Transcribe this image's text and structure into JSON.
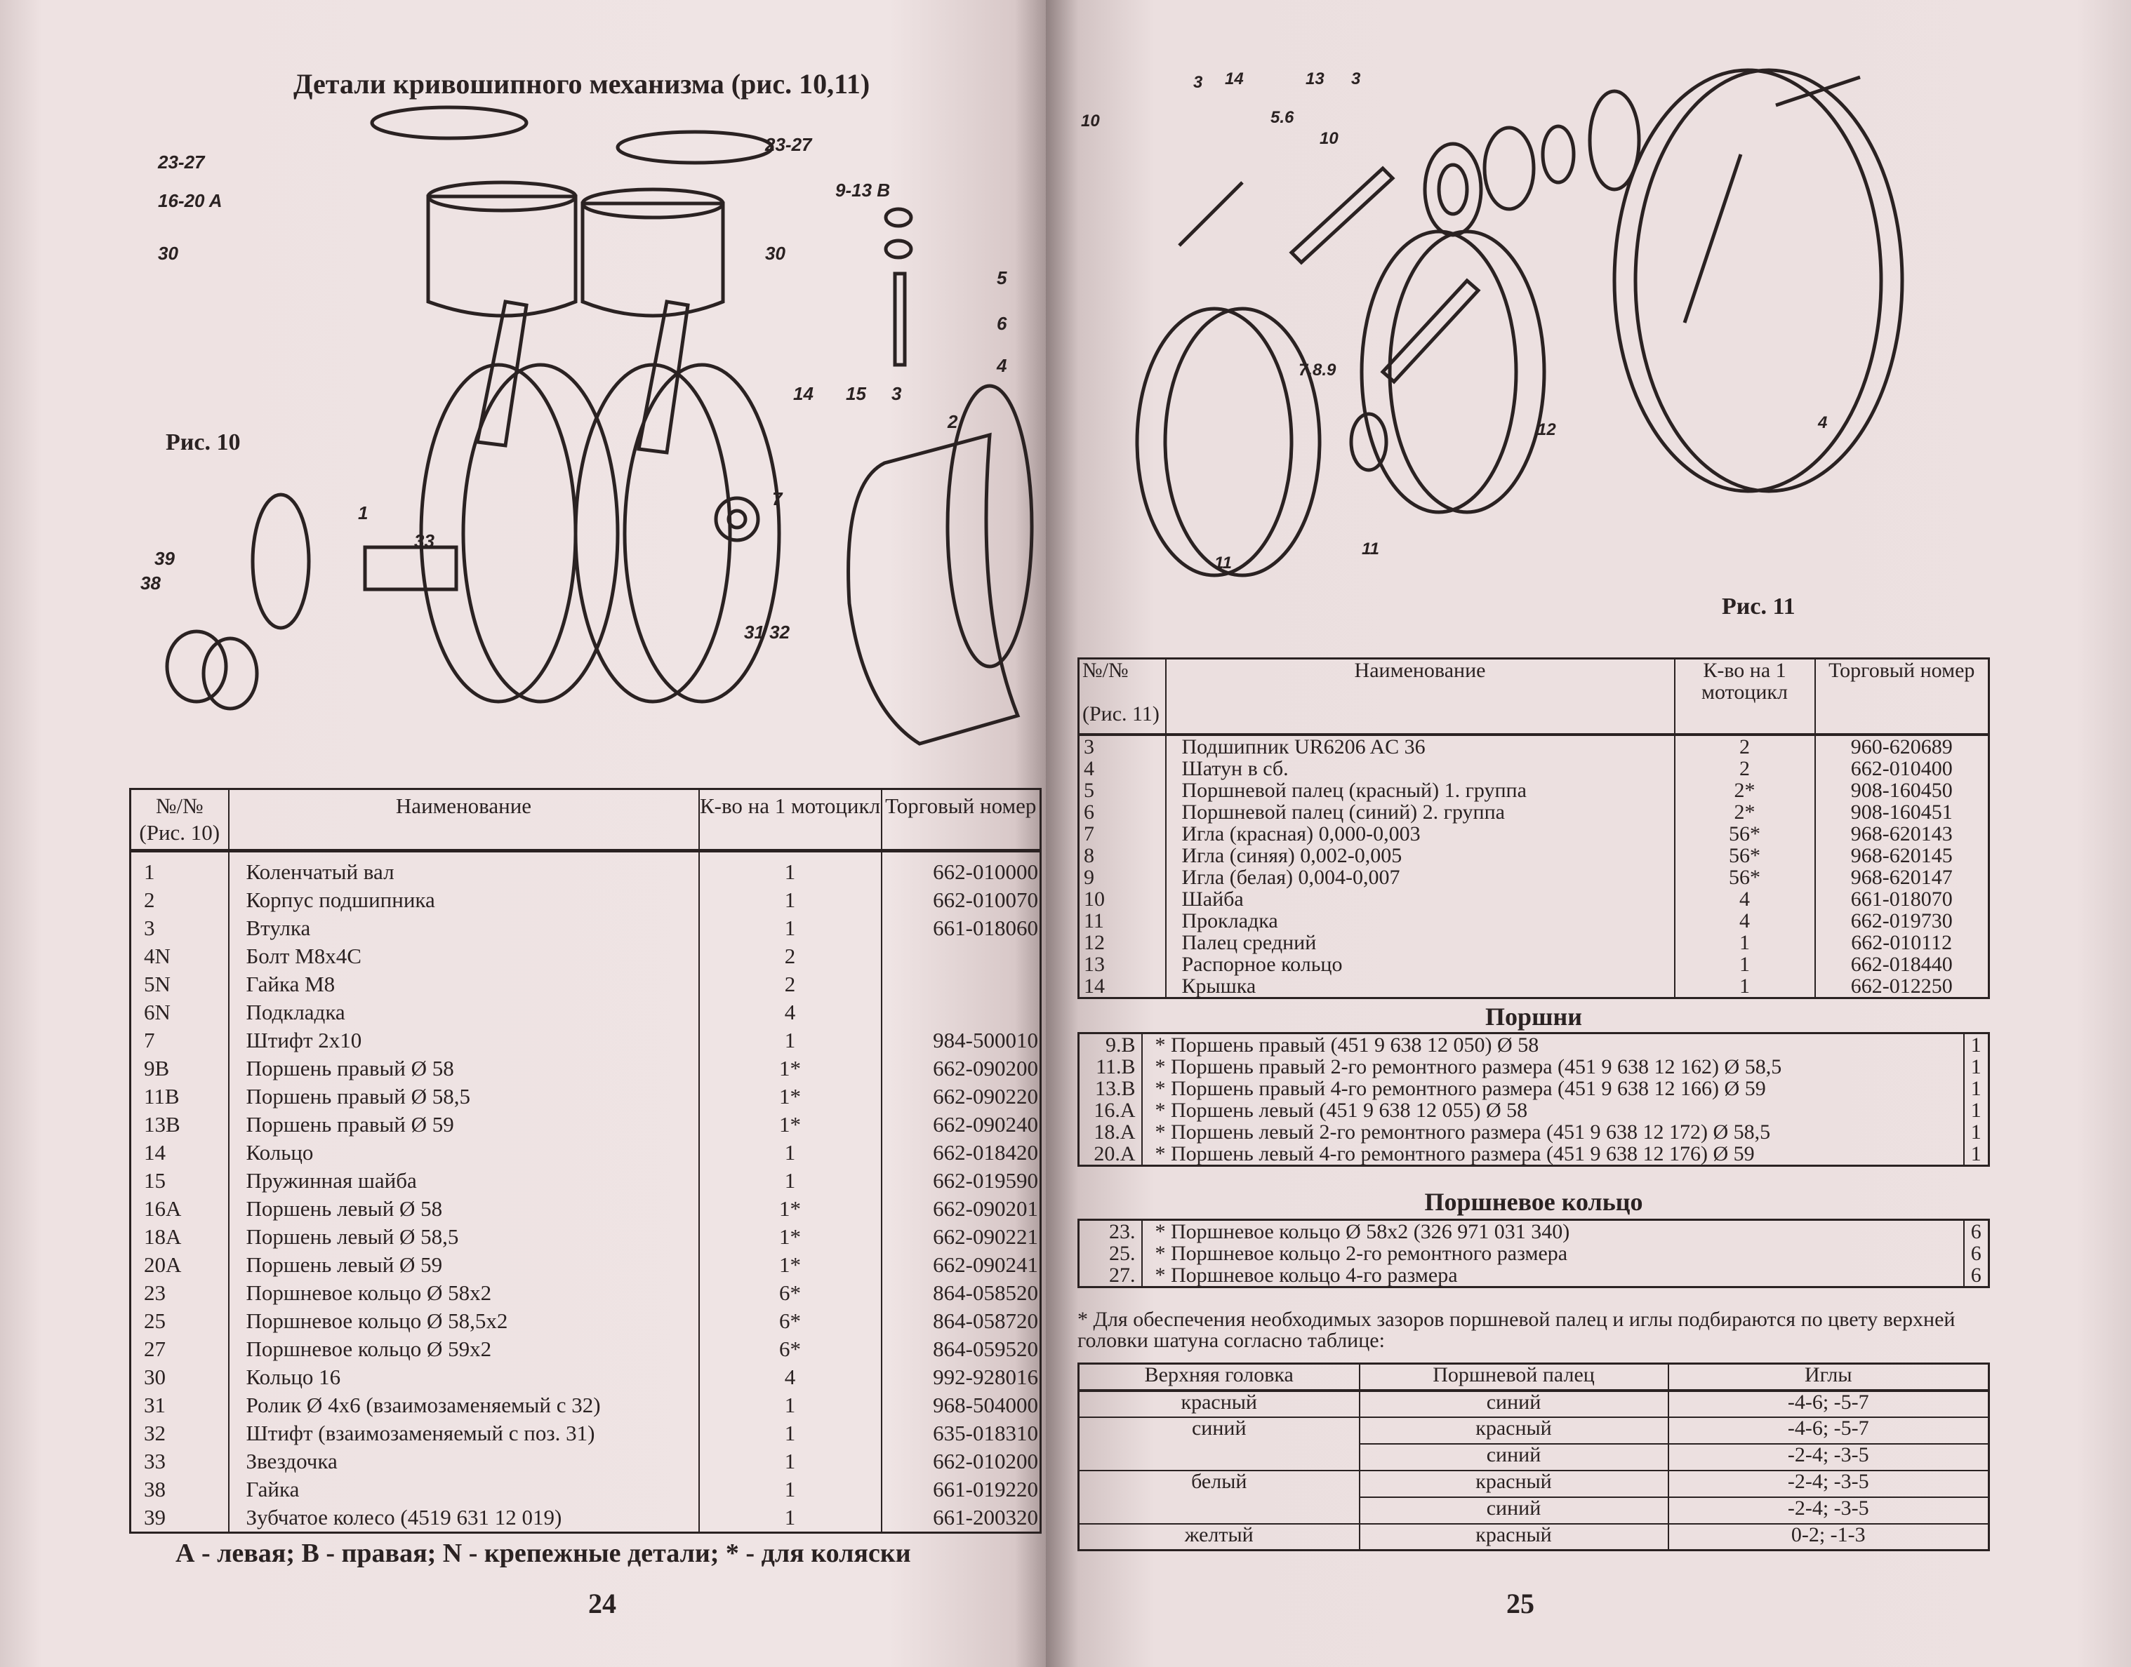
{
  "left_page": {
    "title": "Детали кривошипного механизма (рис. 10,11)",
    "figure_caption": "Рис. 10",
    "callouts": [
      "23-27",
      "16-20 A",
      "30",
      "23-27",
      "9-13 B",
      "30",
      "5",
      "6",
      "4",
      "14",
      "15",
      "3",
      "2",
      "7",
      "31 32",
      "1",
      "33",
      "39",
      "38"
    ],
    "table": {
      "headers": [
        "№/№ (Рис. 10)",
        "Наименование",
        "К-во на 1 мотоцикл",
        "Торговый номер"
      ],
      "rows": [
        [
          "1",
          "Коленчатый вал",
          "1",
          "662-010000"
        ],
        [
          "2",
          "Корпус подшипника",
          "1",
          "662-010070"
        ],
        [
          "3",
          "Втулка",
          "1",
          "661-018060"
        ],
        [
          "4N",
          "Болт M8x4C",
          "2",
          ""
        ],
        [
          "5N",
          "Гайка M8",
          "2",
          ""
        ],
        [
          "6N",
          "Подкладка",
          "4",
          ""
        ],
        [
          "7",
          "Штифт 2x10",
          "1",
          "984-500010"
        ],
        [
          "9B",
          "Поршень правый Ø 58",
          "1*",
          "662-090200"
        ],
        [
          "11B",
          "Поршень правый Ø 58,5",
          "1*",
          "662-090220"
        ],
        [
          "13B",
          "Поршень правый Ø 59",
          "1*",
          "662-090240"
        ],
        [
          "14",
          "Кольцо",
          "1",
          "662-018420"
        ],
        [
          "15",
          "Пружинная шайба",
          "1",
          "662-019590"
        ],
        [
          "16A",
          "Поршень левый Ø 58",
          "1*",
          "662-090201"
        ],
        [
          "18A",
          "Поршень левый Ø 58,5",
          "1*",
          "662-090221"
        ],
        [
          "20A",
          "Поршень левый Ø 59",
          "1*",
          "662-090241"
        ],
        [
          "23",
          "Поршневое кольцо Ø 58x2",
          "6*",
          "864-058520"
        ],
        [
          "25",
          "Поршневое кольцо Ø 58,5x2",
          "6*",
          "864-058720"
        ],
        [
          "27",
          "Поршневое кольцо Ø 59x2",
          "6*",
          "864-059520"
        ],
        [
          "30",
          "Кольцо 16",
          "4",
          "992-928016"
        ],
        [
          "31",
          "Ролик Ø 4x6 (взаимозаменяемый с 32)",
          "1",
          "968-504000"
        ],
        [
          "32",
          "Штифт (взаимозаменяемый с поз. 31)",
          "1",
          "635-018310"
        ],
        [
          "33",
          "Звездочка",
          "1",
          "662-010200"
        ],
        [
          "38",
          "Гайка",
          "1",
          "661-019220"
        ],
        [
          "39",
          "Зубчатое колесо (4519 631 12 019)",
          "1",
          "661-200320"
        ]
      ]
    },
    "legend": "А - левая;  В - правая;  N - крепежные детали; * - для коляски",
    "page_number": "24"
  },
  "right_page": {
    "figure_caption": "Рис. 11",
    "callouts": [
      "3",
      "14",
      "13",
      "3",
      "10",
      "5.6",
      "10",
      "7.8.9",
      "11",
      "11",
      "12",
      "4"
    ],
    "table": {
      "headers": [
        "№/№",
        "(Рис. 11)",
        "Наименование",
        "К-во на 1 мотоцикл",
        "Торговый номер"
      ],
      "rows": [
        [
          "3",
          "Подшипник UR6206 AC 36",
          "2",
          "960-620689"
        ],
        [
          "4",
          "Шатун в сб.",
          "2",
          "662-010400"
        ],
        [
          "5",
          "Поршневой палец (красный) 1. группа",
          "2*",
          "908-160450"
        ],
        [
          "6",
          "Поршневой палец (синий) 2. группа",
          "2*",
          "908-160451"
        ],
        [
          "7",
          "Игла (красная) 0,000-0,003",
          "56*",
          "968-620143"
        ],
        [
          "8",
          "Игла (синяя) 0,002-0,005",
          "56*",
          "968-620145"
        ],
        [
          "9",
          "Игла (белая) 0,004-0,007",
          "56*",
          "968-620147"
        ],
        [
          "10",
          "Шайба",
          "4",
          "661-018070"
        ],
        [
          "11",
          "Прокладка",
          "4",
          "662-019730"
        ],
        [
          "12",
          "Палец средний",
          "1",
          "662-010112"
        ],
        [
          "13",
          "Распорное кольцо",
          "1",
          "662-018440"
        ],
        [
          "14",
          "Крышка",
          "1",
          "662-012250"
        ]
      ]
    },
    "pistons": {
      "title": "Поршни",
      "rows": [
        [
          "9.B",
          "* Поршень правый (451 9 638 12 050) Ø 58",
          "1"
        ],
        [
          "11.B",
          "* Поршень правый 2-го ремонтного размера (451 9 638 12 162) Ø 58,5",
          "1"
        ],
        [
          "13.B",
          "* Поршень правый 4-го ремонтного размера (451 9 638 12 166) Ø 59",
          "1"
        ],
        [
          "16.A",
          "* Поршень левый (451 9 638 12 055) Ø 58",
          "1"
        ],
        [
          "18.A",
          "* Поршень левый 2-го ремонтного размера (451 9 638 12 172) Ø 58,5",
          "1"
        ],
        [
          "20.A",
          "* Поршень левый 4-го ремонтного размера (451 9 638 12 176) Ø 59",
          "1"
        ]
      ]
    },
    "rings": {
      "title": "Поршневое кольцо",
      "rows": [
        [
          "23.",
          "* Поршневое кольцо Ø 58x2 (326 971 031 340)",
          "6"
        ],
        [
          "25.",
          "* Поршневое кольцо 2-го ремонтного размера",
          "6"
        ],
        [
          "27.",
          "* Поршневое кольцо 4-го размера",
          "6"
        ]
      ]
    },
    "note": "* Для обеспечения необходимых зазоров поршневой палец и иглы подбираются по цвету верхней головки шатуна согласно таблице:",
    "color_table": {
      "headers": [
        "Верхняя головка",
        "Поршневой палец",
        "Иглы"
      ],
      "heads": [
        "красный",
        "синий",
        "белый",
        "желтый"
      ],
      "rows": [
        [
          "синий",
          "-4-6; -5-7"
        ],
        [
          "красный",
          "-4-6; -5-7"
        ],
        [
          "синий",
          "-2-4; -3-5"
        ],
        [
          "красный",
          "-2-4; -3-5"
        ],
        [
          "синий",
          "-2-4; -3-5"
        ],
        [
          "красный",
          "0-2; -1-3"
        ]
      ]
    },
    "page_number": "25"
  }
}
